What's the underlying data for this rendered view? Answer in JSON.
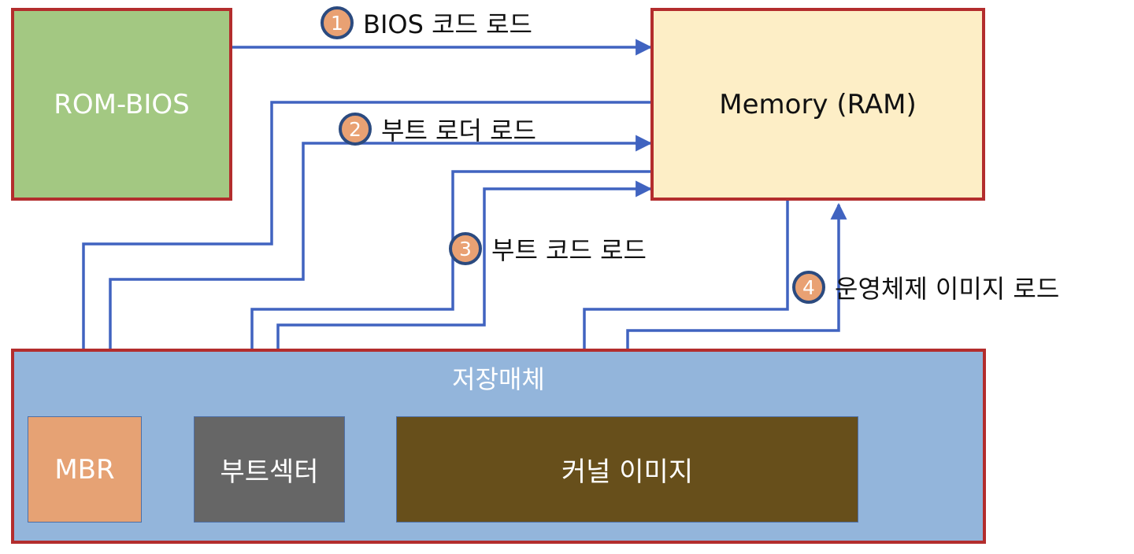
{
  "boxes": {
    "rom": "ROM-BIOS",
    "memory": "Memory (RAM)",
    "storage": "저장매체",
    "mbr": "MBR",
    "boot_sector": "부트섹터",
    "kernel_image": "커널 이미지"
  },
  "steps": [
    {
      "number": "1",
      "label": "BIOS 코드 로드"
    },
    {
      "number": "2",
      "label": "부트 로더 로드"
    },
    {
      "number": "3",
      "label": "부트 코드 로드"
    },
    {
      "number": "4",
      "label": "운영체제 이미지 로드"
    }
  ],
  "colors": {
    "arrow": "#4063c0",
    "border": "#b32d2d",
    "rom_fill": "#a3c882",
    "memory_fill": "#fdeec6",
    "storage_fill": "#93b5db",
    "mbr_fill": "#e6a274",
    "boot_sector_fill": "#666666",
    "kernel_fill": "#674f1b",
    "badge_fill": "#e9a173",
    "badge_border": "#2b4a7f"
  }
}
